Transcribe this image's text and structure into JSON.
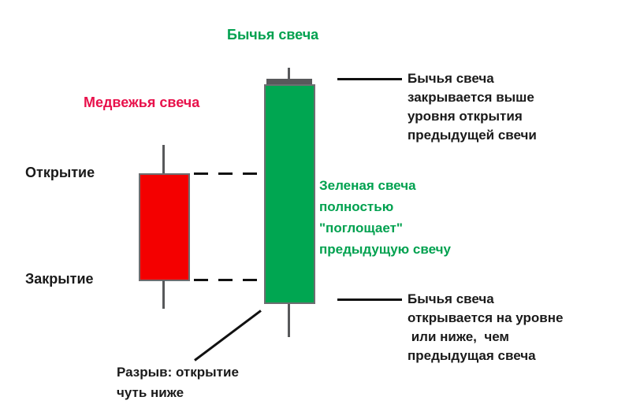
{
  "diagram": {
    "title": "Бычья свеча",
    "bearish_label": "Медвежья свеча",
    "open_label": "Открытие",
    "close_label": "Закрытие",
    "gap_note": {
      "line1": "Разрыв: открытие",
      "line2": "чуть ниже"
    },
    "annotation_top_right": {
      "line1": "Бычья свеча",
      "line2": "закрывается выше",
      "line3": "уровня открытия",
      "line4": "предыдущей свечи"
    },
    "annotation_engulf": {
      "line1": "Зеленая свеча",
      "line2": "полностью",
      "line3": "\"поглощает\"",
      "line4": "предыдущую свечу"
    },
    "annotation_bottom_right": {
      "line1": "Бычья свеча",
      "line2": "открывается на уровне",
      "line3": " или ниже,  чем",
      "line4": "предыдущая свеча"
    },
    "colors": {
      "bullish_green": "#00a651",
      "bearish_red": "#f40000",
      "accent_crimson": "#e8114b",
      "text_black": "#1a1a1a",
      "candle_border_gray": "#6d6e71"
    }
  }
}
